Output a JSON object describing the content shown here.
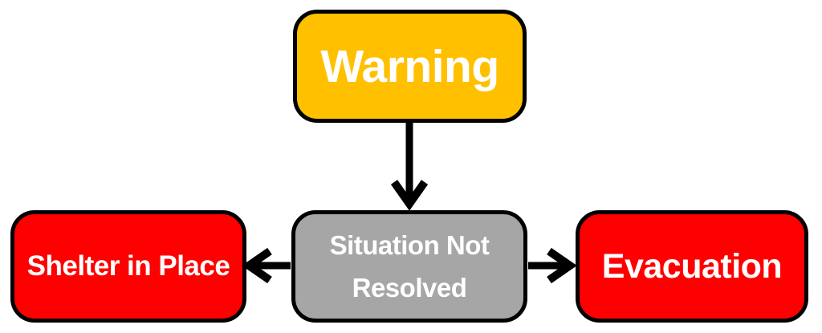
{
  "diagram": {
    "background_color": "#FFFFFF",
    "border_color": "#000000",
    "arrow_color": "#000000",
    "nodes": {
      "warning": {
        "label": "Warning",
        "fill": "#FFC000",
        "text_color": "#FFFFFF"
      },
      "situation": {
        "label": "Situation Not Resolved",
        "fill": "#A6A6A6",
        "text_color": "#FFFFFF"
      },
      "shelter": {
        "label": "Shelter in Place",
        "fill": "#FF0000",
        "text_color": "#FFFFFF"
      },
      "evacuation": {
        "label": "Evacuation",
        "fill": "#FF0000",
        "text_color": "#FFFFFF"
      }
    },
    "arrows": [
      {
        "name": "warning-to-situation",
        "from": "Warning",
        "to": "Situation Not Resolved",
        "direction": "down"
      },
      {
        "name": "situation-to-shelter",
        "from": "Situation Not Resolved",
        "to": "Shelter in Place",
        "direction": "left"
      },
      {
        "name": "situation-to-evacuation",
        "from": "Situation Not Resolved",
        "to": "Evacuation",
        "direction": "right"
      }
    ]
  }
}
